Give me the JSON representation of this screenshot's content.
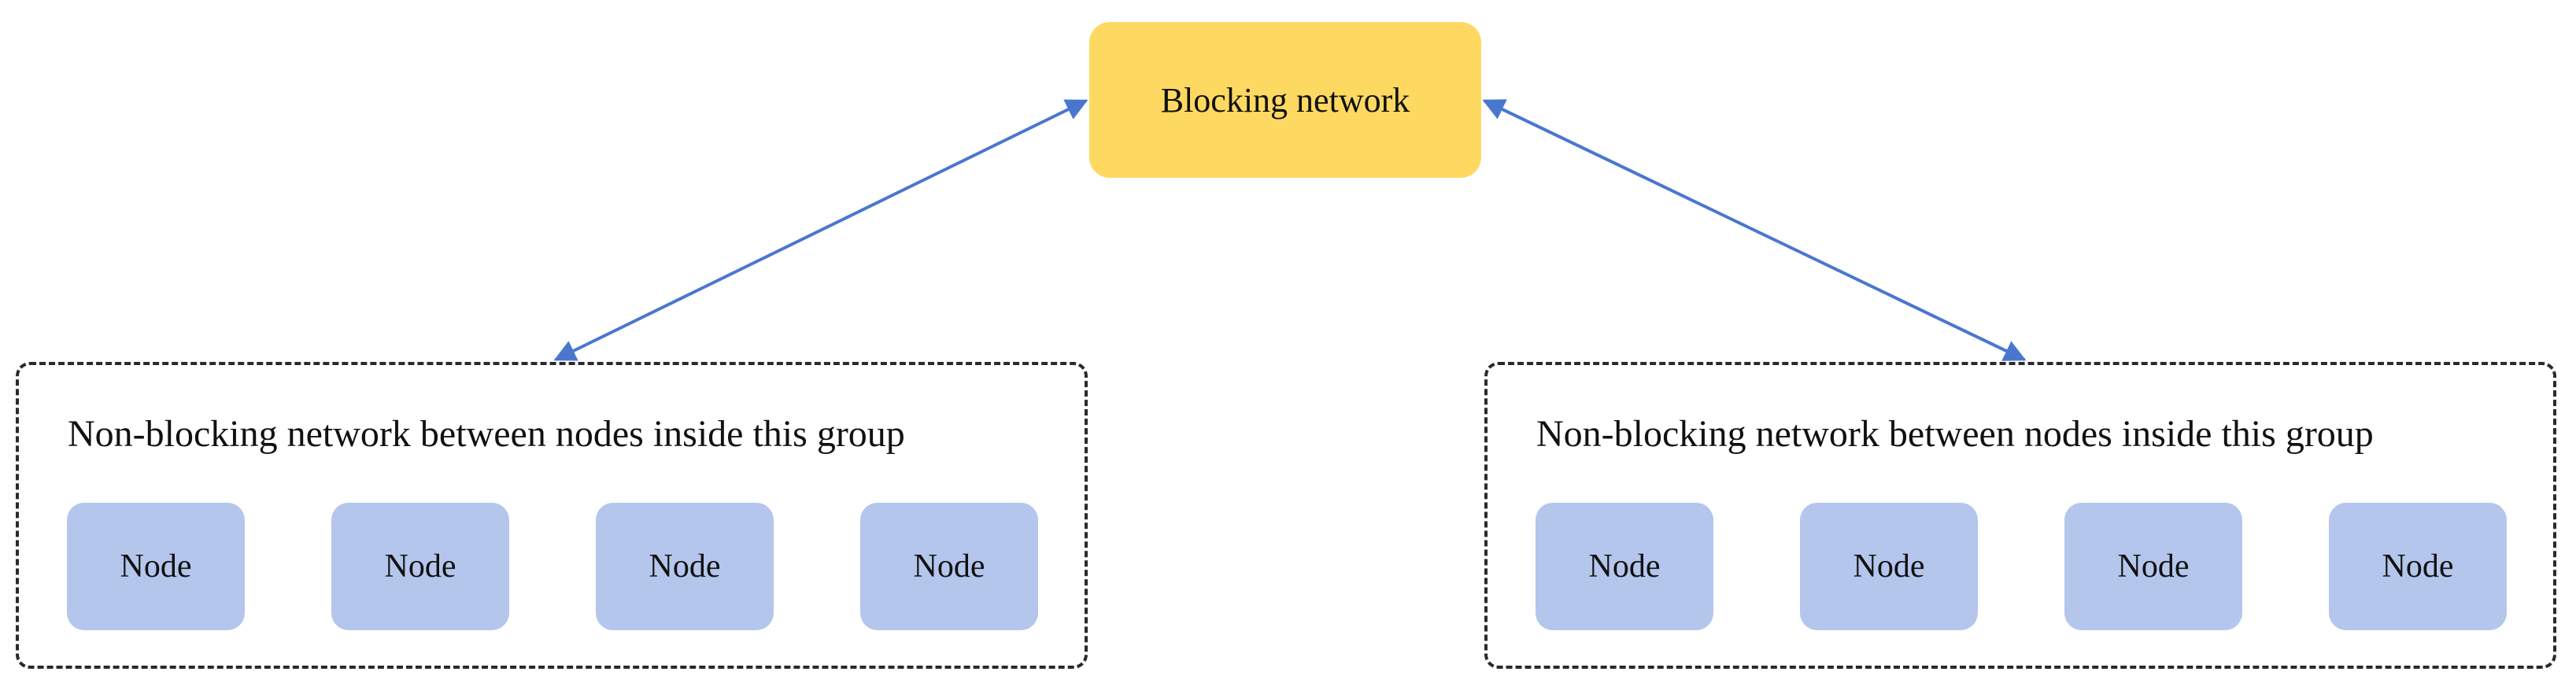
{
  "hub": {
    "label": "Blocking network",
    "color": "#FDD962"
  },
  "groups": [
    {
      "title": "Non-blocking network between nodes inside this group",
      "nodes": [
        "Node",
        "Node",
        "Node",
        "Node"
      ]
    },
    {
      "title": "Non-blocking network between nodes inside this group",
      "nodes": [
        "Node",
        "Node",
        "Node",
        "Node"
      ]
    }
  ],
  "colors": {
    "node_fill": "#B4C6EC",
    "connector": "#4A77CE",
    "group_border": "#2A2A2A"
  }
}
